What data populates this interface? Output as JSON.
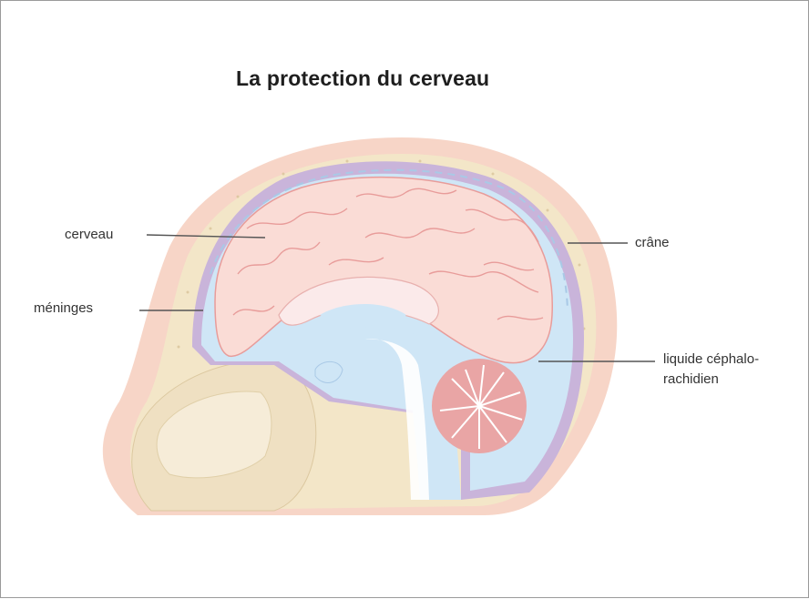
{
  "title": "La protection du cerveau",
  "labels": {
    "cerveau": "cerveau",
    "meninges": "méninges",
    "crane": "crâne",
    "lcr_line1": "liquide céphalo-",
    "lcr_line2": "rachidien"
  },
  "colors": {
    "scalp": "#f4c7b4",
    "bone": "#f3e6c8",
    "meninges": "#c9b4da",
    "csf": "#cfe6f6",
    "brain": "#fadcd6",
    "brain_folds": "#e89c9a",
    "cerebellum": "#e9a5a5",
    "leader_line": "#555555"
  }
}
